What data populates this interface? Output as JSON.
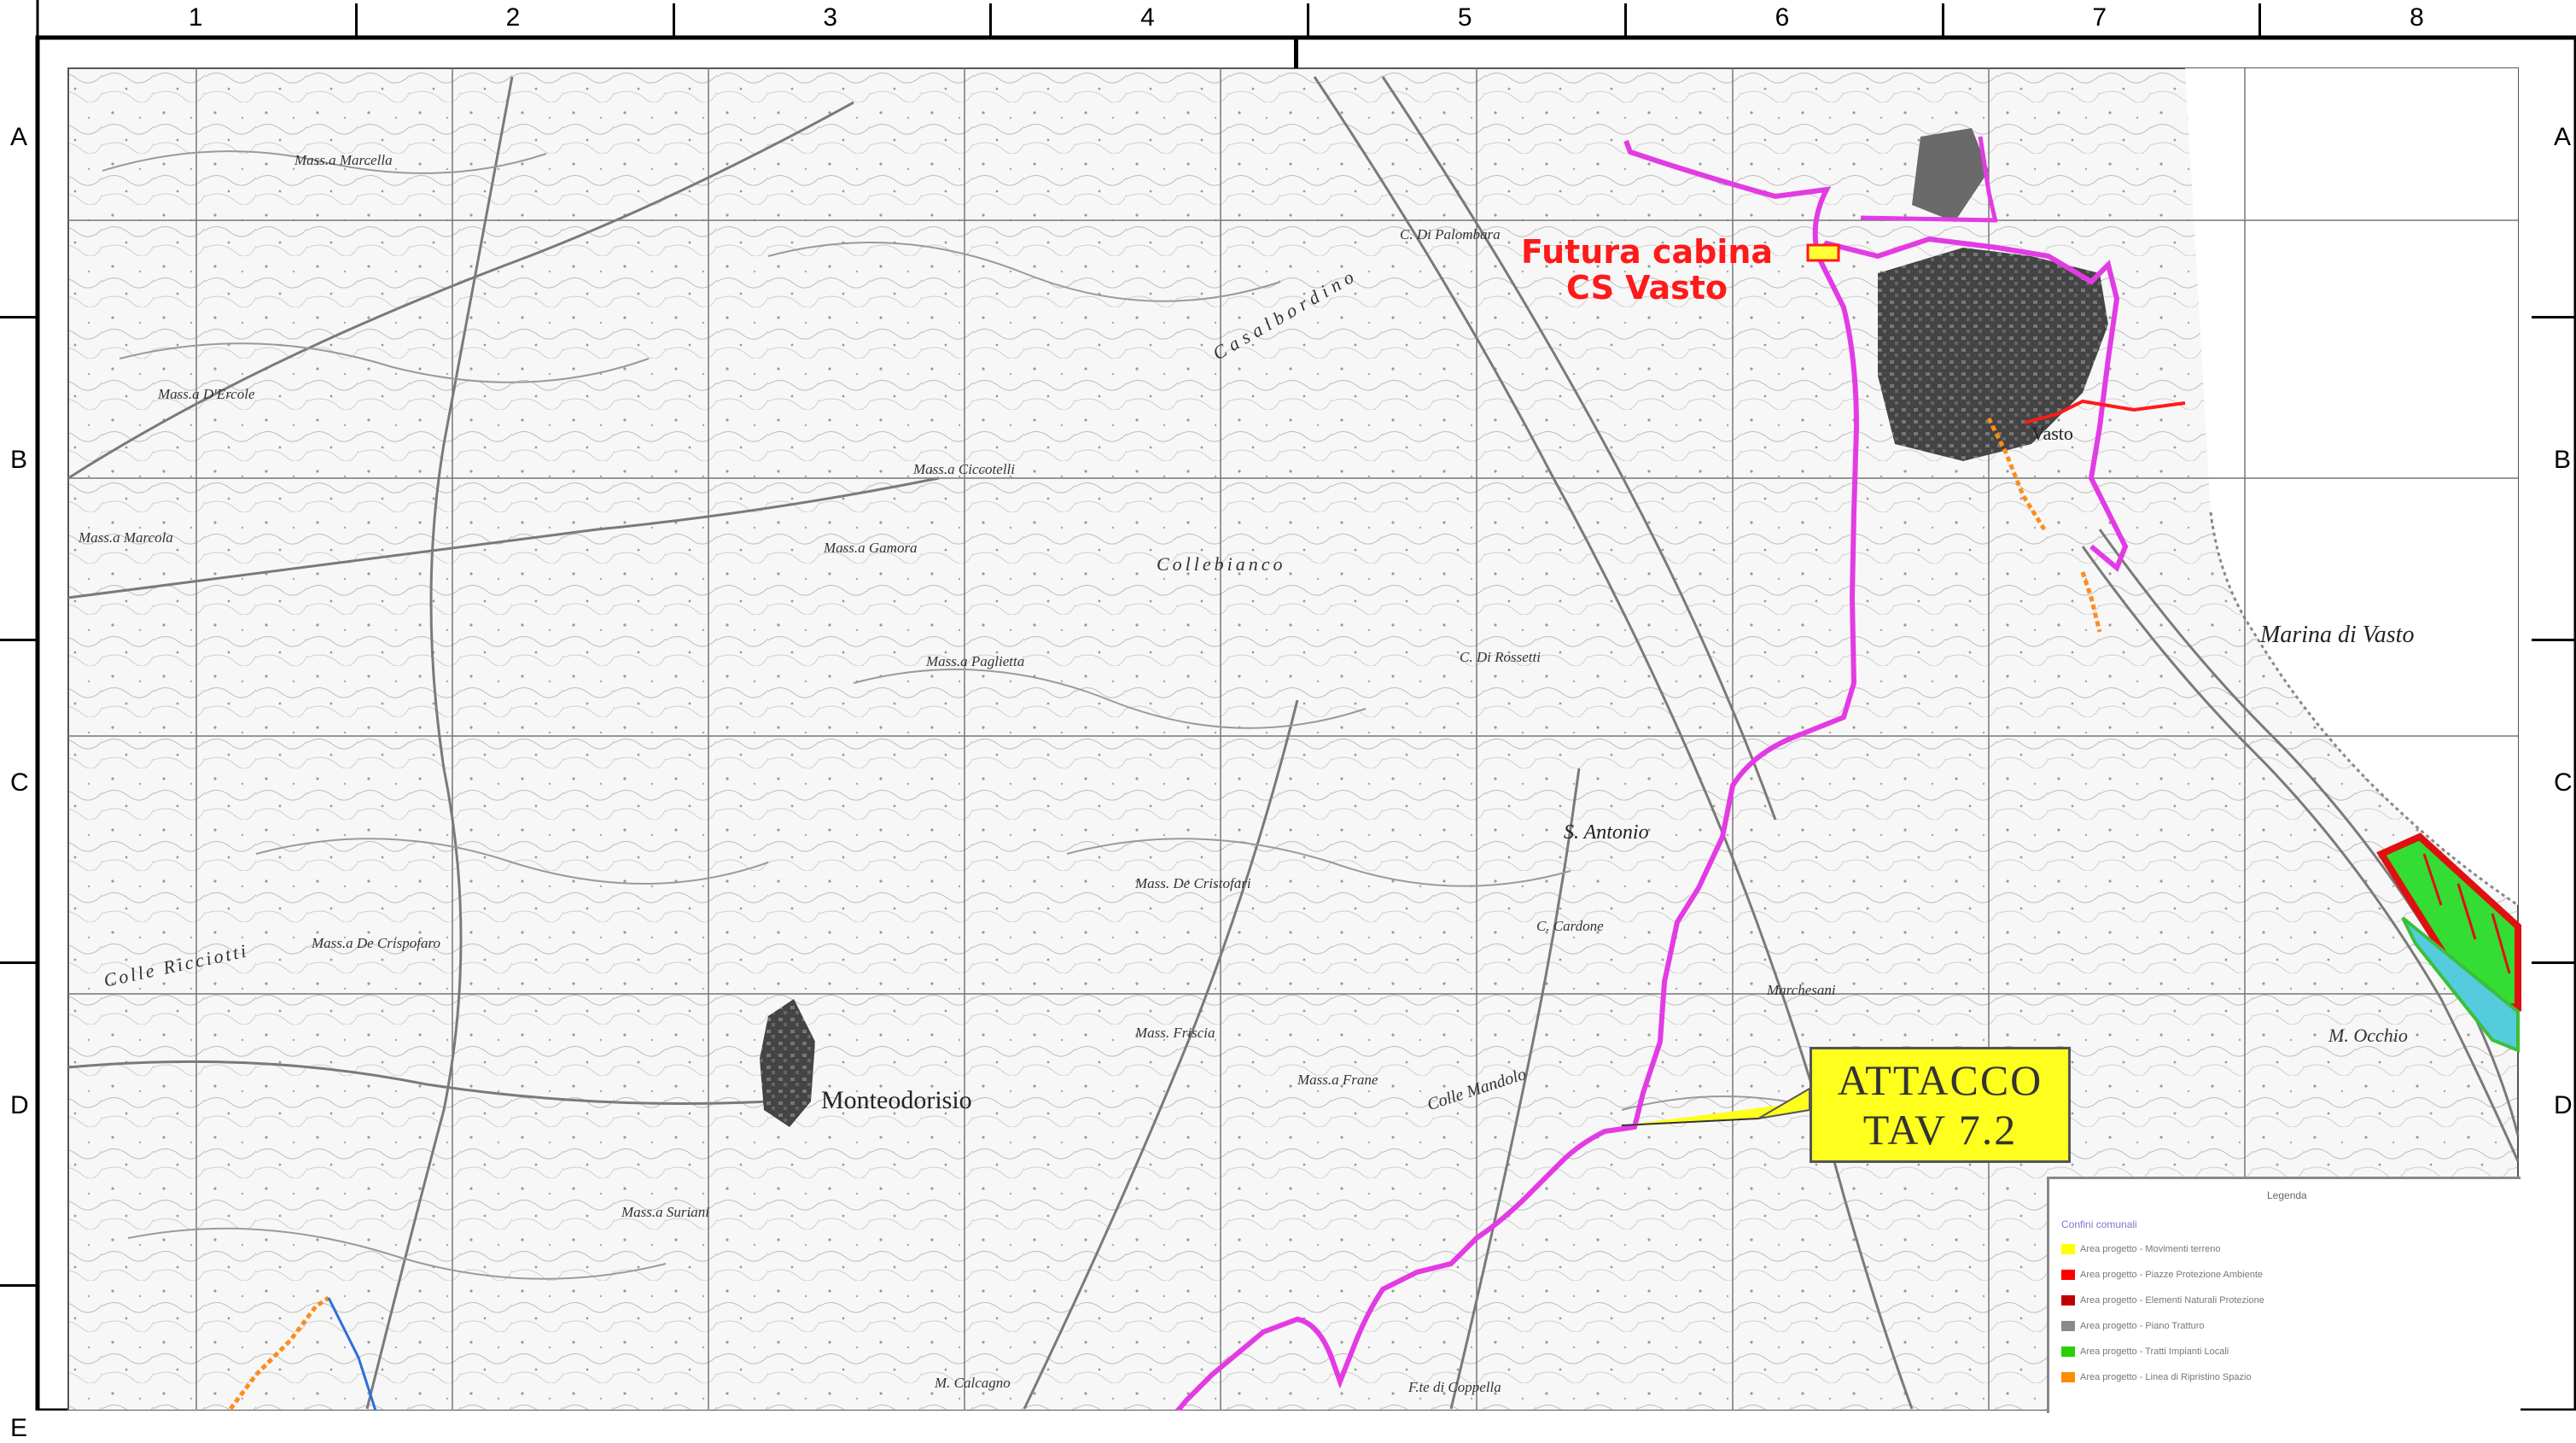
{
  "frame": {
    "columns": [
      "1",
      "2",
      "3",
      "4",
      "5",
      "6",
      "7",
      "8"
    ],
    "rows_left": [
      "A",
      "B",
      "C",
      "D",
      "E"
    ],
    "rows_right": [
      "A",
      "B",
      "C",
      "D"
    ]
  },
  "labels": {
    "cabina_line1": "Futura cabina",
    "cabina_line2": "CS Vasto",
    "attacco_line1": "ATTACCO",
    "attacco_line2": "TAV  7.2",
    "monteodorisio": "Monteodorisio",
    "marina_di_vasto": "Marina di Vasto",
    "vasto": "Vasto",
    "s_antonio": "S. Antonio",
    "colle_mandolo": "Colle Mandolo",
    "collebianco": "Collebianco",
    "m_occhio": "M. Occhio",
    "masseria_marcella": "Mass.a Marcella",
    "masseria_de_crispofaro": "Mass.a De Crispofaro",
    "masseria_paglietta": "Mass.a Paglietta",
    "masseria_ciccotelli": "Mass.a Ciccotelli",
    "masseria_gamora": "Mass.a Gamora",
    "mass_de_cristofari": "Mass. De Cristofari",
    "mass_friscia": "Mass. Friscia",
    "masseria_frane": "Mass.a Frane",
    "marchesani": "Marchesani",
    "c_cardone": "C. Cardone",
    "c_dt_rossetti": "C. Di Rossetti",
    "c_di_palombara": "C. Di Palombara",
    "m_calcagno": "M. Calcagno",
    "colle_ricciotti": "Colle Ricciotti",
    "mass_d_ercole": "Mass.a D'Ercole",
    "mass_marcola": "Mass.a Marcola",
    "casalbordino": "Casalbordino",
    "mass_sturiani": "Mass.a Suriani",
    "f_di_coppella": "F.te di Coppella"
  },
  "legend": {
    "title": "Legenda",
    "heading": "Confini comunali",
    "items": [
      {
        "label": "Area progetto - Movimenti terreno",
        "color": "#ffff00"
      },
      {
        "label": "Area progetto - Piazze Protezione Ambiente",
        "color": "#ff0000"
      },
      {
        "label": "Area progetto - Elementi Naturali Protezione",
        "color": "#c00000"
      },
      {
        "label": "Area progetto - Piano Tratturo",
        "color": "#8a8a8a"
      },
      {
        "label": "Area progetto - Tratti Impianti Locali",
        "color": "#2ad000"
      },
      {
        "label": "Area progetto - Linea di Ripristino Spazio",
        "color": "#ff8c00"
      }
    ]
  },
  "colors": {
    "cable_route": "#e33be3",
    "cabina_text": "#ff1a1a",
    "callout_fill": "#ffff1e",
    "solar_field_green": "#33dd33",
    "solar_field_border": "#e01010",
    "access_road_orange": "#ff8c1a",
    "gridline": "#666666"
  }
}
